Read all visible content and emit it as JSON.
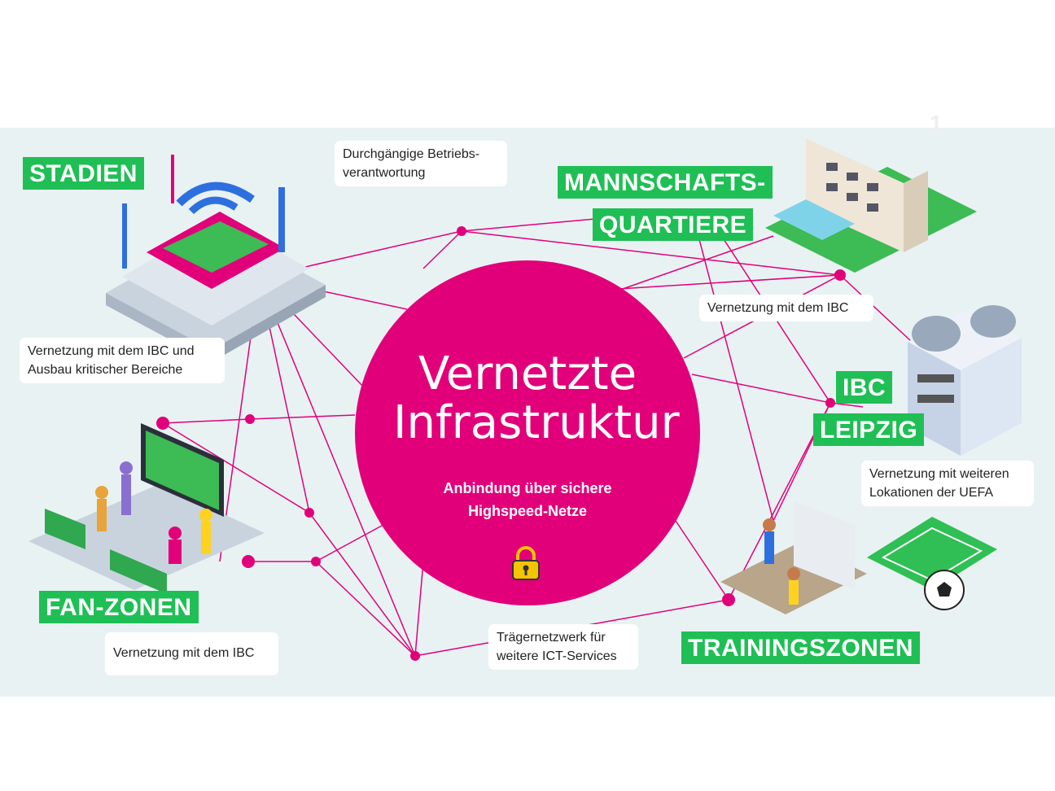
{
  "diagram": {
    "hub": {
      "title": "Vernetzte Infrastruktur",
      "subtitle": "Anbindung über sichere Highspeed-Netze",
      "icon": "padlock-icon"
    },
    "locations": {
      "stadien": {
        "label": "STADIEN",
        "note": "Vernetzung mit dem IBC und Ausbau kritischer Bereiche"
      },
      "fan_zonen": {
        "label": "FAN-ZONEN",
        "note": "Vernetzung mit dem IBC"
      },
      "mannschaftsquartiere": {
        "label_line1": "MANNSCHAFTS-",
        "label_line2": "QUARTIERE",
        "note": "Vernetzung mit dem IBC"
      },
      "ibc_leipzig": {
        "label_line1": "IBC",
        "label_line2": "LEIPZIG",
        "note": "Vernetzung mit weiteren Lokationen der UEFA"
      },
      "trainingszonen": {
        "label": "TRAININGSZONEN"
      }
    },
    "notes": {
      "betrieb": "Durchgängige Betriebs-verantwortung",
      "traeger": "Trägernetzwerk für weitere ICT-Services"
    },
    "logo_mark": "1",
    "colors": {
      "magenta": "#e2007a",
      "green": "#1fbf55",
      "background": "#e8f2f3"
    }
  }
}
